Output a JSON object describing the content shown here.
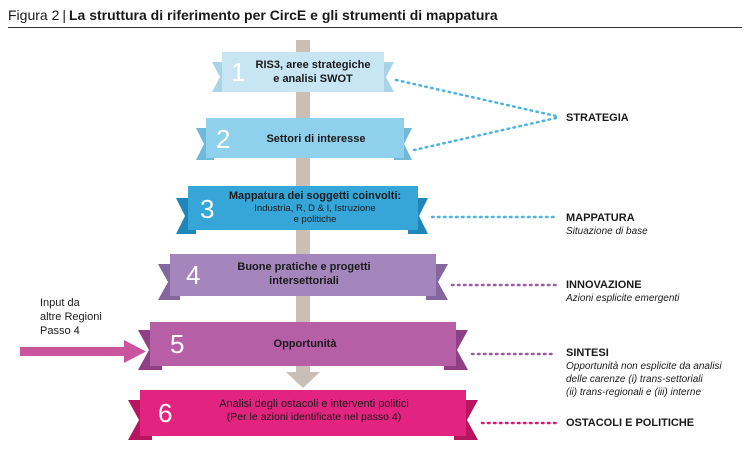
{
  "figure": {
    "label": "Figura 2",
    "separator": "|",
    "title": "La struttura di riferimento per CircE e gli strumenti di mappatura"
  },
  "steps": [
    {
      "number": "1",
      "line1": "RIS3, aree strategiche",
      "line2": "e analisi SWOT",
      "color": "#c7e5f2"
    },
    {
      "number": "2",
      "line1": "Settori di interesse",
      "color": "#8fd0ec"
    },
    {
      "number": "3",
      "line1": "Mappatura dei soggetti coinvolti:",
      "line2": "Industria, R, D & I, Istruzione",
      "line3": "e politiche",
      "color": "#36a6d9"
    },
    {
      "number": "4",
      "line1": "Buone pratiche e progetti",
      "line2": "intersettoriali",
      "color": "#a486bd"
    },
    {
      "number": "5",
      "line1": "Opportunità",
      "color": "#b65ea6"
    },
    {
      "number": "6",
      "line1": "Analisi degli ostacoli e interventi politici",
      "line2": "(Per le azioni identificate nel passo 4)",
      "color": "#e2237f"
    }
  ],
  "side": {
    "strategia": "STRATEGIA",
    "mappatura": "MAPPATURA",
    "mappatura_sub": "Situazione di base",
    "innovazione": "INNOVAZIONE",
    "innovazione_sub": "Azioni esplicite emergenti",
    "sintesi": "SINTESI",
    "sintesi_sub1": "Opportunità non esplicite da analisi",
    "sintesi_sub2": "delle carenze (i) trans-settoriali",
    "sintesi_sub3": "(ii) trans-regionali e (iii) interne",
    "ostacoli": "OSTACOLI E POLITICHE"
  },
  "input_note": {
    "line1": "Input da",
    "line2": "altre Regioni",
    "line3": "Passo 4"
  },
  "colors": {
    "spine": "#c9bfb6",
    "step1_dark": "#a9d3e6",
    "step2_dark": "#6fb9da",
    "step3_dark": "#1e86b9",
    "step4_dark": "#85679f",
    "step5_dark": "#8f3f84",
    "step6_dark": "#b5165f",
    "dots_blue": "#4cb3e0",
    "dots_purple": "#9b5aa4",
    "dots_pink": "#d81c73",
    "arrow_pink": "#c8559d"
  }
}
